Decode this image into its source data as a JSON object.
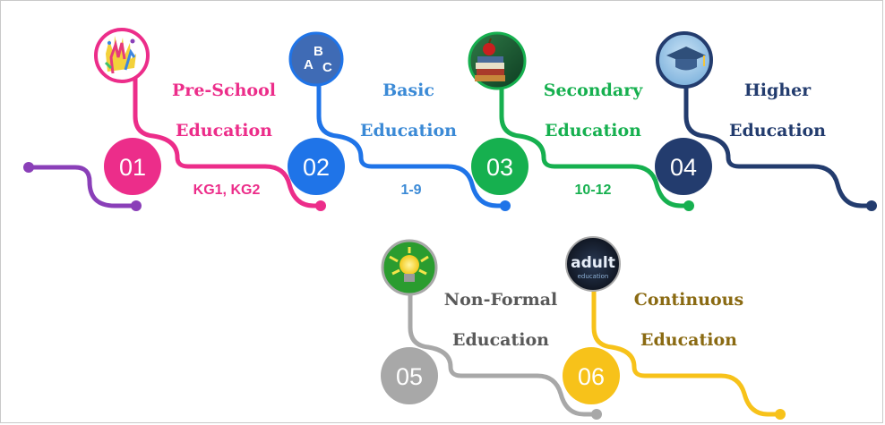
{
  "colors": {
    "purple": "#8a3fb8",
    "pink": "#ec2d8a",
    "blue": "#1f74e8",
    "light_blue": "#3b8ad6",
    "green": "#16b04f",
    "navy": "#233c6e",
    "gray": "#a8a8a8",
    "dark_gray": "#595959",
    "gold": "#f7c21a",
    "olive": "#8a6a12"
  },
  "stages": [
    {
      "number": "01",
      "line1": "Pre-School",
      "line2": "Education",
      "sub": "KG1, KG2",
      "icon": "painted-hand-icon"
    },
    {
      "number": "02",
      "line1": "Basic",
      "line2": "Education",
      "sub": "1-9",
      "icon": "abc-letters-icon"
    },
    {
      "number": "03",
      "line1": "Secondary",
      "line2": "Education",
      "sub": "10-12",
      "icon": "books-apple-icon"
    },
    {
      "number": "04",
      "line1": "Higher",
      "line2": "Education",
      "sub": "",
      "icon": "graduation-cap-icon"
    },
    {
      "number": "05",
      "line1": "Non-Formal",
      "line2": "Education",
      "sub": "",
      "icon": "light-bulb-icon"
    },
    {
      "number": "06",
      "line1": "Continuous",
      "line2": "Education",
      "sub": "",
      "icon": "adult-education-icon"
    }
  ],
  "icon_text": {
    "abc": [
      "A",
      "B",
      "C"
    ],
    "adult": "adult",
    "adult_small": "education"
  }
}
